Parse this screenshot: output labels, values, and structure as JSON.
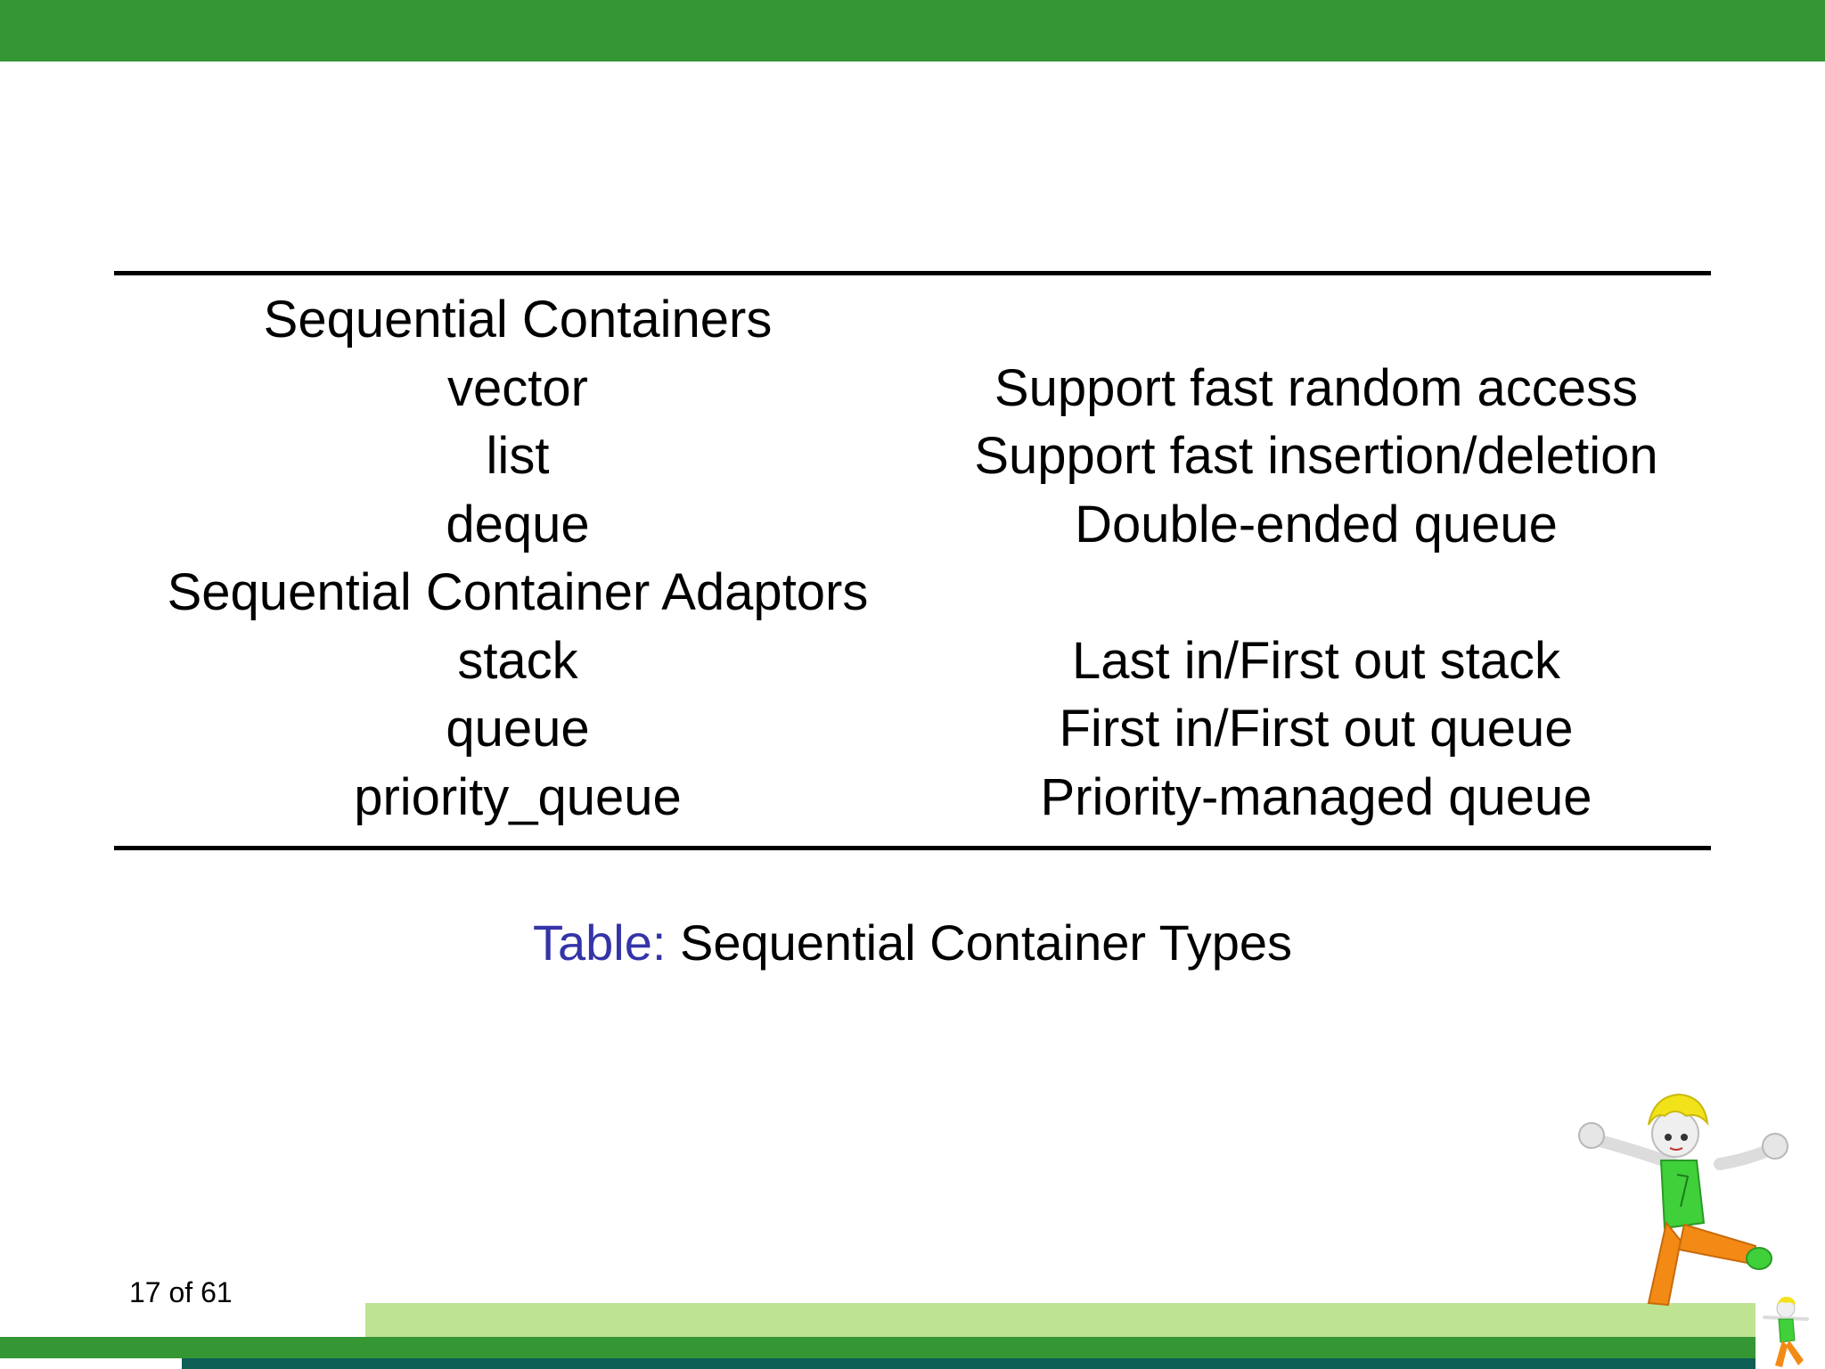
{
  "table": {
    "rows": [
      {
        "name": "Sequential Containers",
        "description": ""
      },
      {
        "name": "vector",
        "description": "Support fast random access"
      },
      {
        "name": "list",
        "description": "Support fast insertion/deletion"
      },
      {
        "name": "deque",
        "description": "Double-ended queue"
      },
      {
        "name": "Sequential Container Adaptors",
        "description": ""
      },
      {
        "name": "stack",
        "description": "Last in/First out stack"
      },
      {
        "name": "queue",
        "description": "First in/First out queue"
      },
      {
        "name": "priority_queue",
        "description": "Priority-managed queue"
      }
    ]
  },
  "caption": {
    "label": "Table:",
    "text": "Sequential Container Types"
  },
  "footer": {
    "page_number": "17 of 61"
  },
  "colors": {
    "header_bar": "#359634",
    "footer_light": "#bde393",
    "footer_dark": "#0d5f56",
    "caption_label": "#3434a8"
  },
  "icons": {
    "mascot": "cartoon-boy-mascot-icon"
  }
}
